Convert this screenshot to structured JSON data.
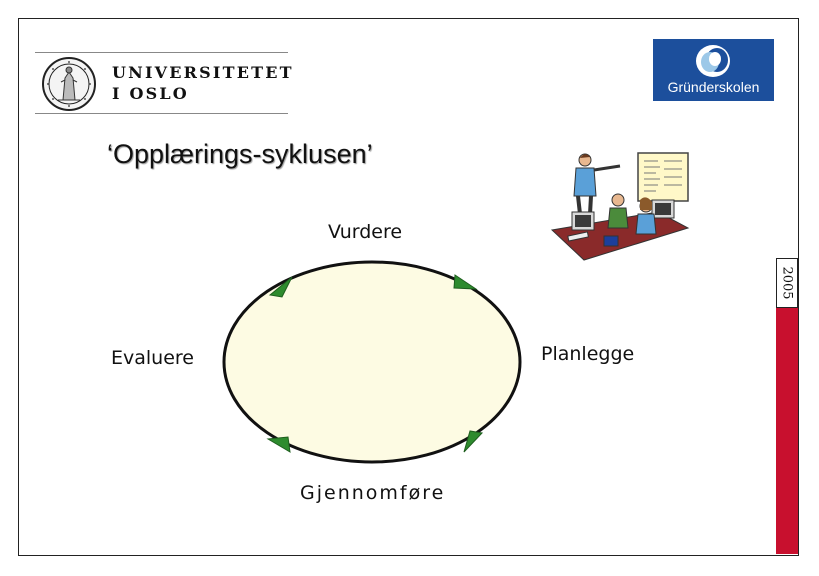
{
  "header": {
    "university_logo": {
      "line1": "UNIVERSITETET",
      "line2": "I OSLO",
      "icon": "university-seal-icon"
    },
    "partner_logo": {
      "text": "Gründerskolen",
      "icon": "grunderskolen-swirl-icon",
      "color": "#1c4f9c"
    }
  },
  "slide": {
    "title": "‘Opplærings-syklusen’",
    "year": "2005",
    "accent_color": "#c8102e"
  },
  "cycle": {
    "stages": {
      "top": "Vurdere",
      "right": "Planlegge",
      "bottom": "Gjennomføre",
      "left": "Evaluere"
    },
    "fill_color": "#fdfbe3",
    "arrow_color": "#2e8b2e"
  },
  "illustration": {
    "icon": "classroom-clipart-icon"
  }
}
